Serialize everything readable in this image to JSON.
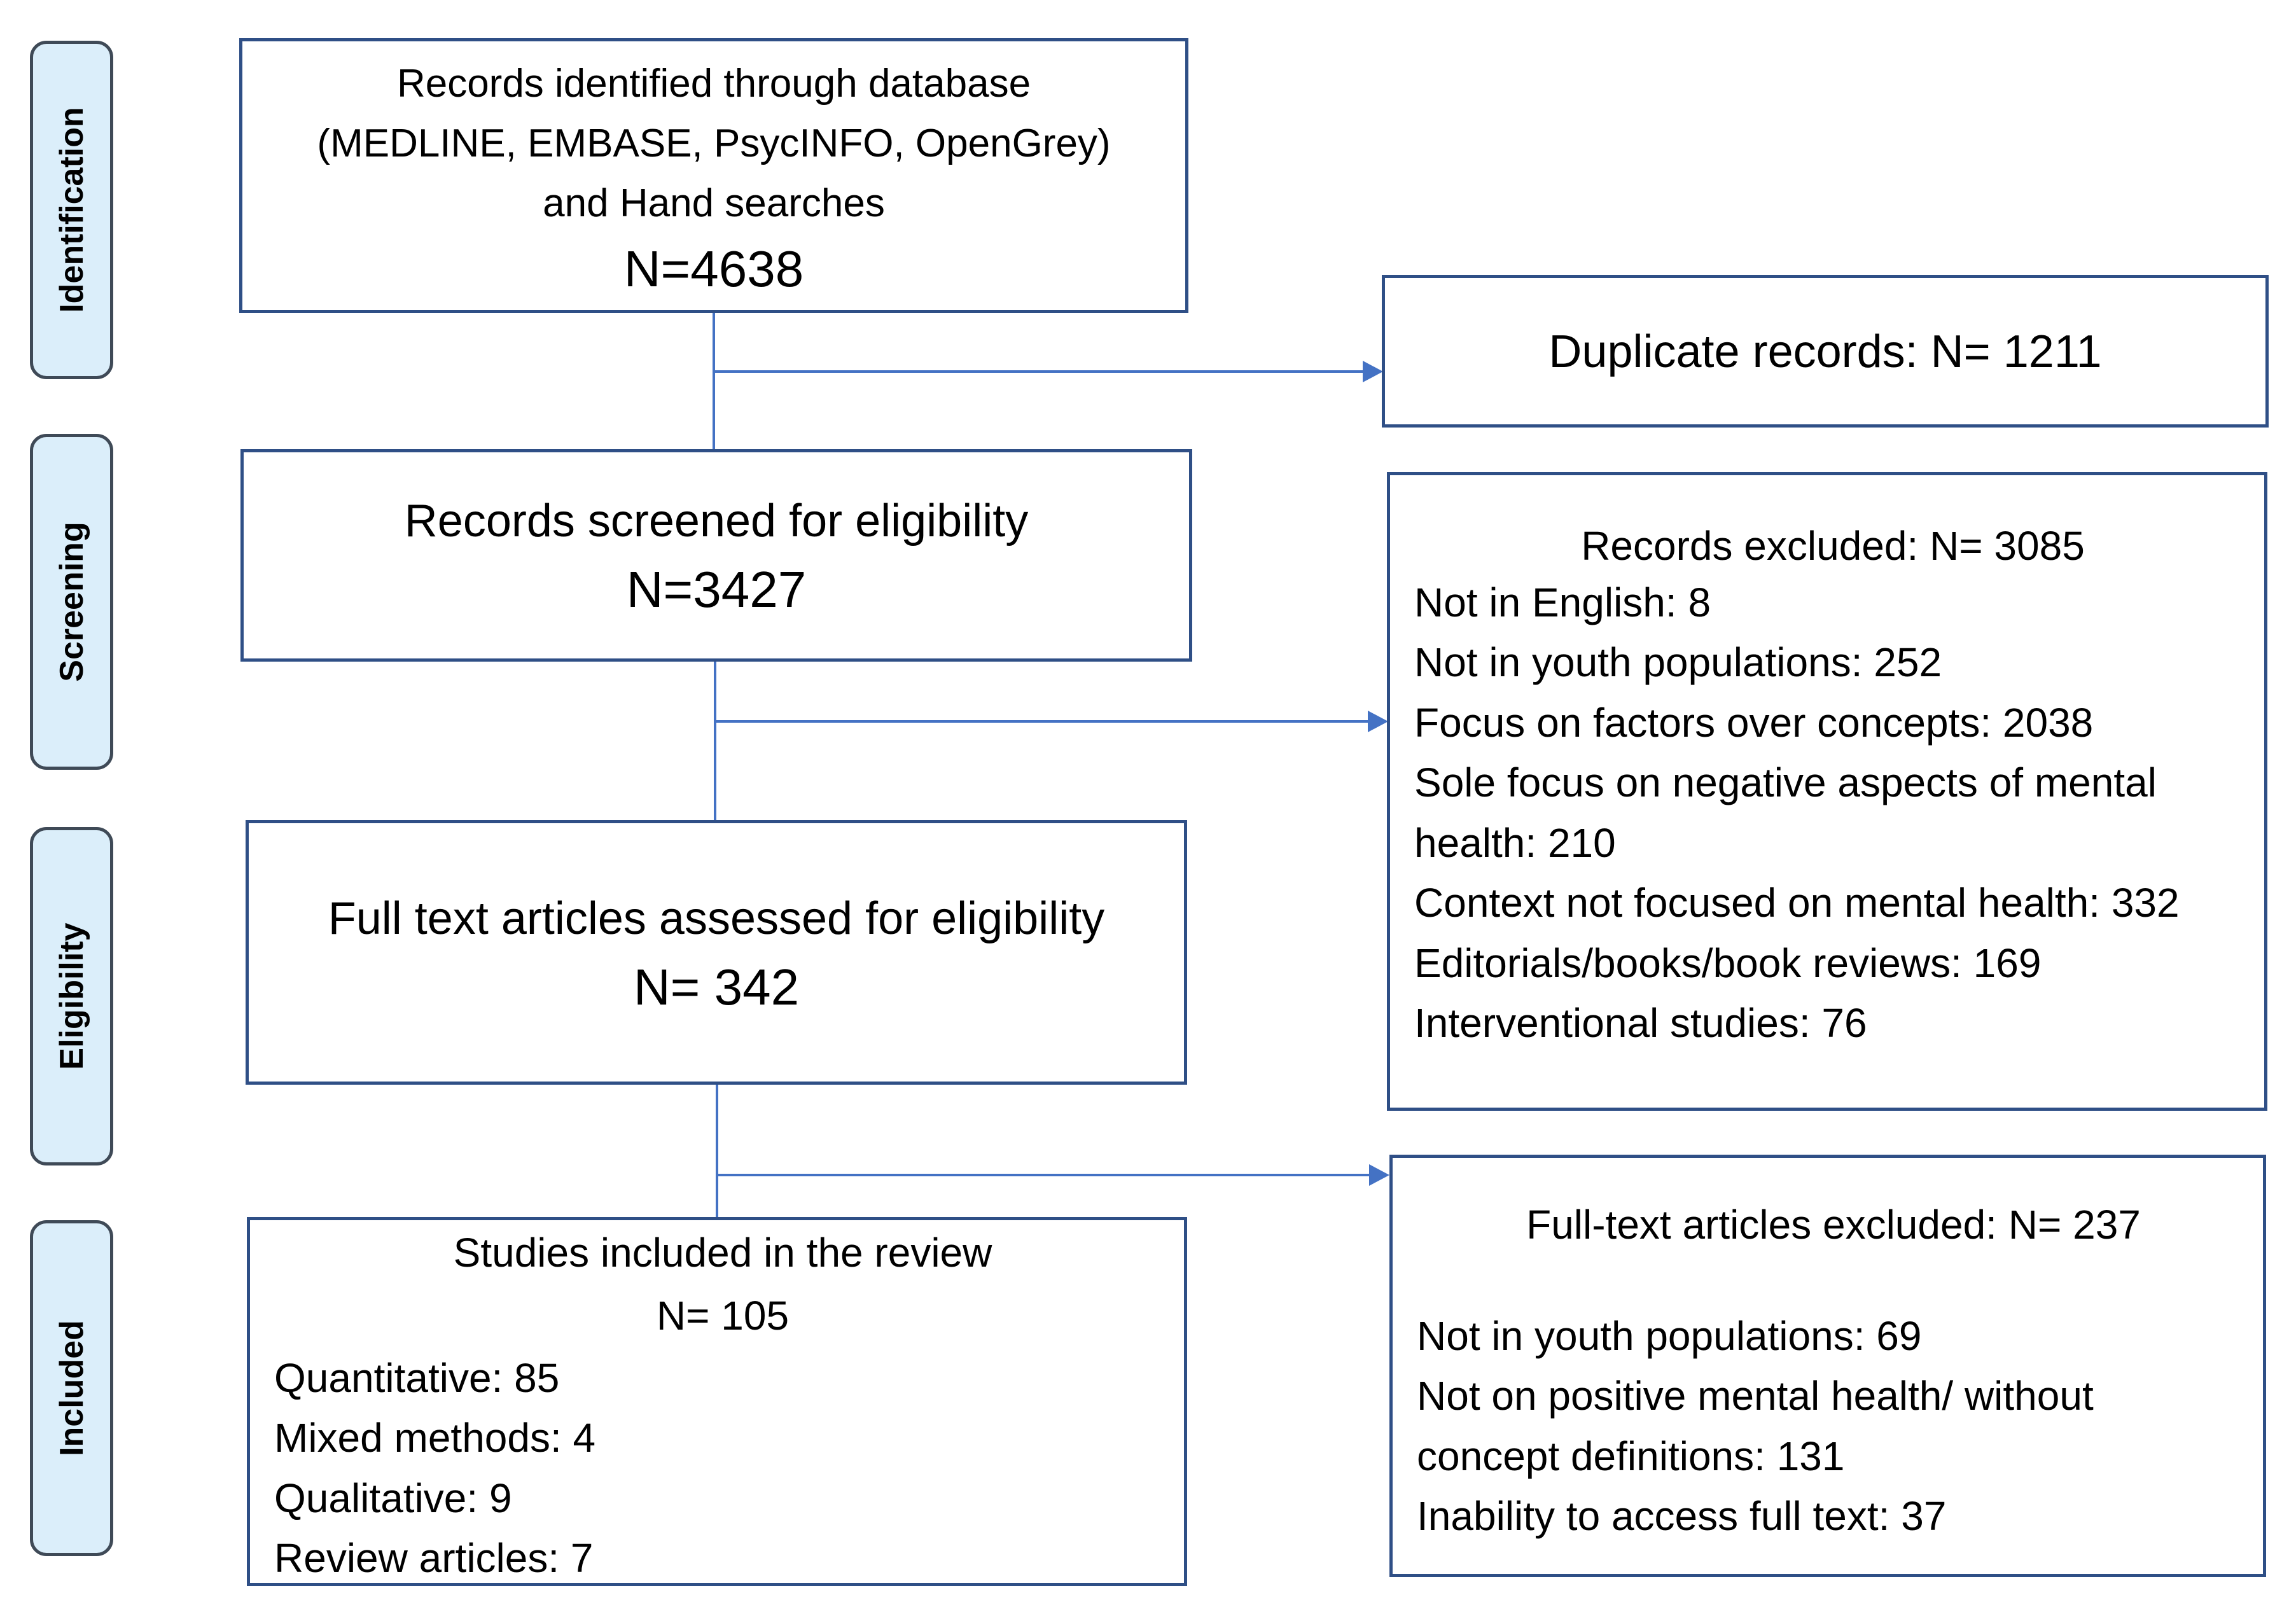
{
  "stages": {
    "identification": "Identification",
    "screening": "Screening",
    "eligibility": "Eligibility",
    "included": "Included"
  },
  "identified": {
    "line1": "Records identified through database",
    "line2": "(MEDLINE, EMBASE, PsycINFO, OpenGrey)",
    "line3": "and Hand searches",
    "count": "N=4638"
  },
  "duplicates": {
    "text": "Duplicate records: N= 1211"
  },
  "screened": {
    "line1": "Records screened for eligibility",
    "count": "N=3427"
  },
  "records_excluded": {
    "title": "Records excluded: N= 3085",
    "items": [
      "Not in English: 8",
      "Not in youth populations: 252",
      "Focus on factors over concepts: 2038",
      "Sole focus on negative aspects of mental",
      "health: 210",
      "Context not focused on mental health: 332",
      "Editorials/books/book reviews: 169",
      "Interventional studies: 76"
    ]
  },
  "fulltext": {
    "line1": "Full text articles assessed for eligibility",
    "count": "N= 342"
  },
  "fulltext_excluded": {
    "title": "Full-text articles excluded: N= 237",
    "items": [
      "Not in youth populations: 69",
      "Not on positive mental health/ without",
      "concept definitions: 131",
      "Inability to access full text: 37"
    ]
  },
  "included": {
    "line1": "Studies included in the review",
    "count": "N= 105",
    "items": [
      "Quantitative: 85",
      "Mixed methods: 4",
      "Qualitative: 9",
      "Review articles: 7"
    ]
  },
  "colors": {
    "box_border": "#2f4f86",
    "connector": "#4472c4",
    "stage_fill": "#dbeefa",
    "stage_border": "#3f4a57"
  }
}
